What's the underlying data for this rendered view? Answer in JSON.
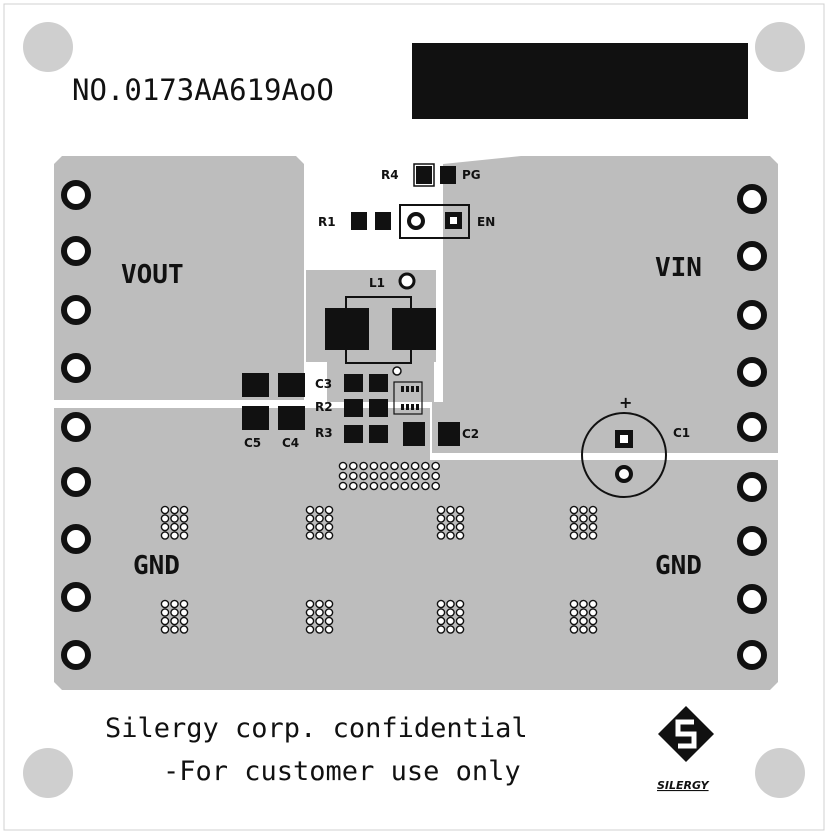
{
  "board": {
    "part_number": "NO.0173AA619AoO",
    "confidential_line1": "Silergy corp. confidential",
    "confidential_line2": "-For customer use only",
    "logo_text": "SILERGY"
  },
  "nets": {
    "vout": "VOUT",
    "vin": "VIN",
    "gnd_left": "GND",
    "gnd_right": "GND"
  },
  "refdes": {
    "r4": "R4",
    "pg": "PG",
    "r1": "R1",
    "en": "EN",
    "l1": "L1",
    "c3": "C3",
    "r2": "R2",
    "r3": "R3",
    "c5": "C5",
    "c4": "C4",
    "c2": "C2",
    "c1": "C1",
    "c1_polarity": "+"
  },
  "colors": {
    "copper": "#bdbdbd",
    "pad": "#111111",
    "background": "#ffffff",
    "mount_hole": "#cfcfcf"
  }
}
